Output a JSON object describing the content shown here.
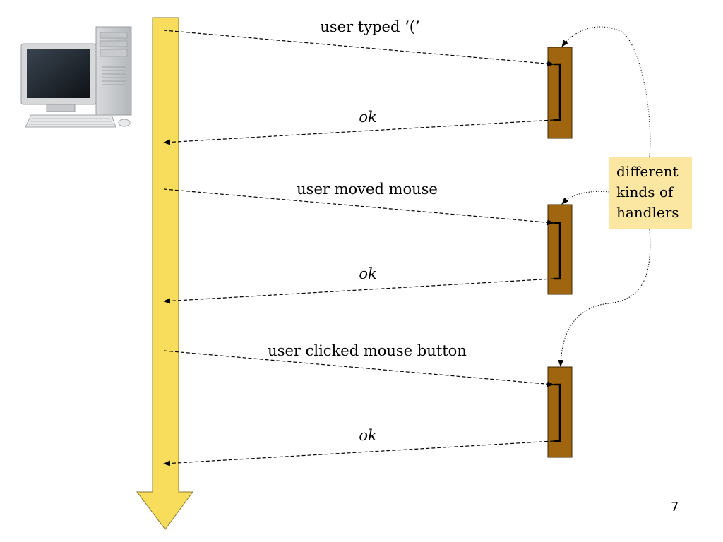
{
  "messages": [
    {
      "label": "user typed ‘(’",
      "italic": false
    },
    {
      "label": "ok",
      "italic": true
    },
    {
      "label": "user moved mouse",
      "italic": false
    },
    {
      "label": "ok",
      "italic": true
    },
    {
      "label": "user clicked mouse button",
      "italic": false
    },
    {
      "label": "ok",
      "italic": true
    }
  ],
  "note": {
    "lines": [
      "different",
      "kinds of",
      "handlers"
    ],
    "color": "#fbe7a2"
  },
  "slide_number": "7",
  "colors": {
    "timeline": "#f8dc5c",
    "timeline_stroke": "#8c7a2e",
    "handler": "#a0660f",
    "handler_stroke": "#3a2400"
  },
  "icons": [
    "desktop-computer-icon"
  ]
}
